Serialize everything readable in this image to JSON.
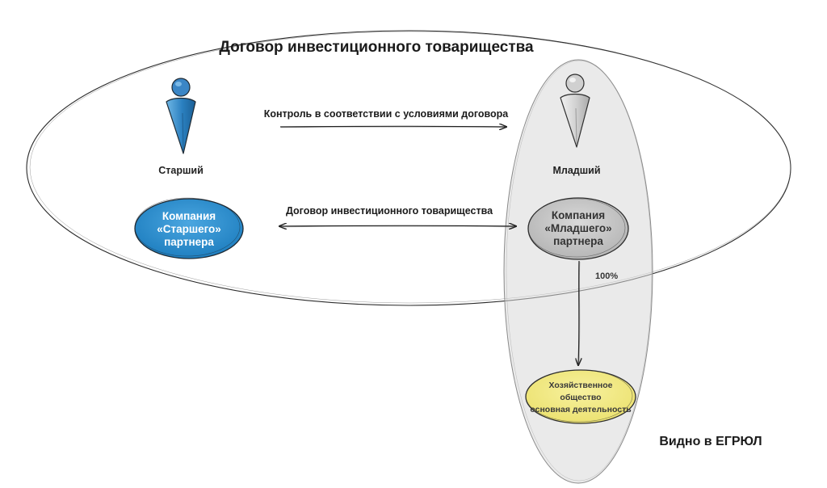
{
  "title": "Договор инвестиционного товарищества",
  "senior": {
    "label": "Старший",
    "company_lines": [
      "Компания",
      "«Старшего»",
      "партнера"
    ],
    "color": "#2d8fd0"
  },
  "junior": {
    "label": "Младший",
    "company_lines": [
      "Компания",
      "«Младшего»",
      "партнера"
    ],
    "color": "#c8c8c8"
  },
  "arrows": {
    "control": "Контроль в соответствии с условиями договора",
    "contract": "Договор инвестиционного товарищества"
  },
  "ownership_percent": "100%",
  "business": {
    "lines": [
      "Хозяйственное",
      "общество",
      "основная деятельность"
    ],
    "color": "#f2ea8a"
  },
  "register_note": "Видно в ЕГРЮЛ"
}
